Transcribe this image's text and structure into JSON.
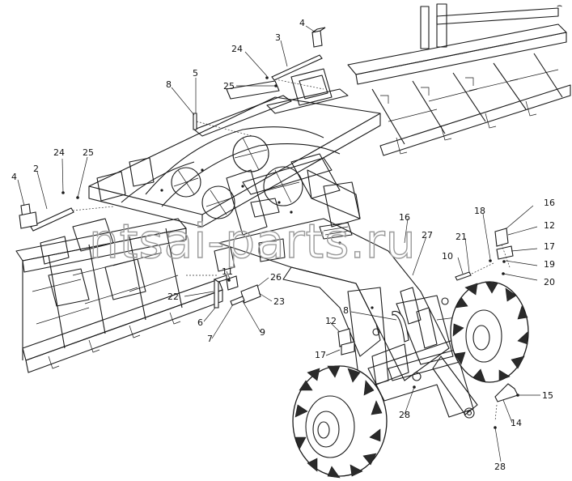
{
  "watermark": "ntsai-parts.ru",
  "corner_mark": "⌢",
  "callouts": [
    {
      "id": "c1",
      "label": "4"
    },
    {
      "id": "c2",
      "label": "3"
    },
    {
      "id": "c3",
      "label": "24"
    },
    {
      "id": "c4",
      "label": "25"
    },
    {
      "id": "c5",
      "label": "5"
    },
    {
      "id": "c6",
      "label": "8"
    },
    {
      "id": "c7",
      "label": "24"
    },
    {
      "id": "c8",
      "label": "25"
    },
    {
      "id": "c9",
      "label": "2"
    },
    {
      "id": "c10",
      "label": "4"
    },
    {
      "id": "c11",
      "label": "16"
    },
    {
      "id": "c12",
      "label": "18"
    },
    {
      "id": "c13",
      "label": "12"
    },
    {
      "id": "c14",
      "label": "16"
    },
    {
      "id": "c15",
      "label": "27"
    },
    {
      "id": "c16",
      "label": "21"
    },
    {
      "id": "c17",
      "label": "17"
    },
    {
      "id": "c18",
      "label": "10"
    },
    {
      "id": "c19",
      "label": "19"
    },
    {
      "id": "c20",
      "label": "20"
    },
    {
      "id": "c21",
      "label": "11"
    },
    {
      "id": "c22",
      "label": "26"
    },
    {
      "id": "c23",
      "label": "22"
    },
    {
      "id": "c24",
      "label": "23"
    },
    {
      "id": "c25",
      "label": "6"
    },
    {
      "id": "c26",
      "label": "9"
    },
    {
      "id": "c27",
      "label": "7"
    },
    {
      "id": "c28",
      "label": "8"
    },
    {
      "id": "c29",
      "label": "12"
    },
    {
      "id": "c30",
      "label": "17"
    },
    {
      "id": "c31",
      "label": "15"
    },
    {
      "id": "c32",
      "label": "28"
    },
    {
      "id": "c33",
      "label": "14"
    },
    {
      "id": "c34",
      "label": "28"
    }
  ]
}
